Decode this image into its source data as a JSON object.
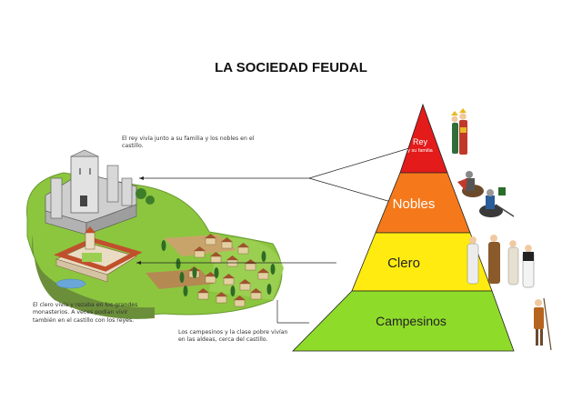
{
  "title": "LA SOCIEDAD FEUDAL",
  "notes": {
    "castle": "El rey vivía junto a su familia y los nobles en el castillo.",
    "clergy": "El clero vivía y rezaba en los grandes monasterios. A veces podían vivir también en el castillo con los reyes.",
    "peasants": "Los campesinos y la clase pobre vivían en las aldeas, cerca del castillo."
  },
  "pyramid": {
    "tiers": [
      {
        "label": "Rey",
        "sublabel": "y su familia",
        "color": "#e31b1b"
      },
      {
        "label": "Nobles",
        "color": "#f5791b"
      },
      {
        "label": "Clero",
        "color": "#ffeb10"
      },
      {
        "label": "Campesinos",
        "color": "#8fdb2a"
      }
    ]
  },
  "icons": {
    "castle": "castle-illustration",
    "monastery": "monastery-illustration",
    "village": "village-illustration",
    "king": "king-queen-figures",
    "knights": "knight-figures",
    "clergy": "clergy-figures",
    "peasant": "peasant-figure"
  }
}
